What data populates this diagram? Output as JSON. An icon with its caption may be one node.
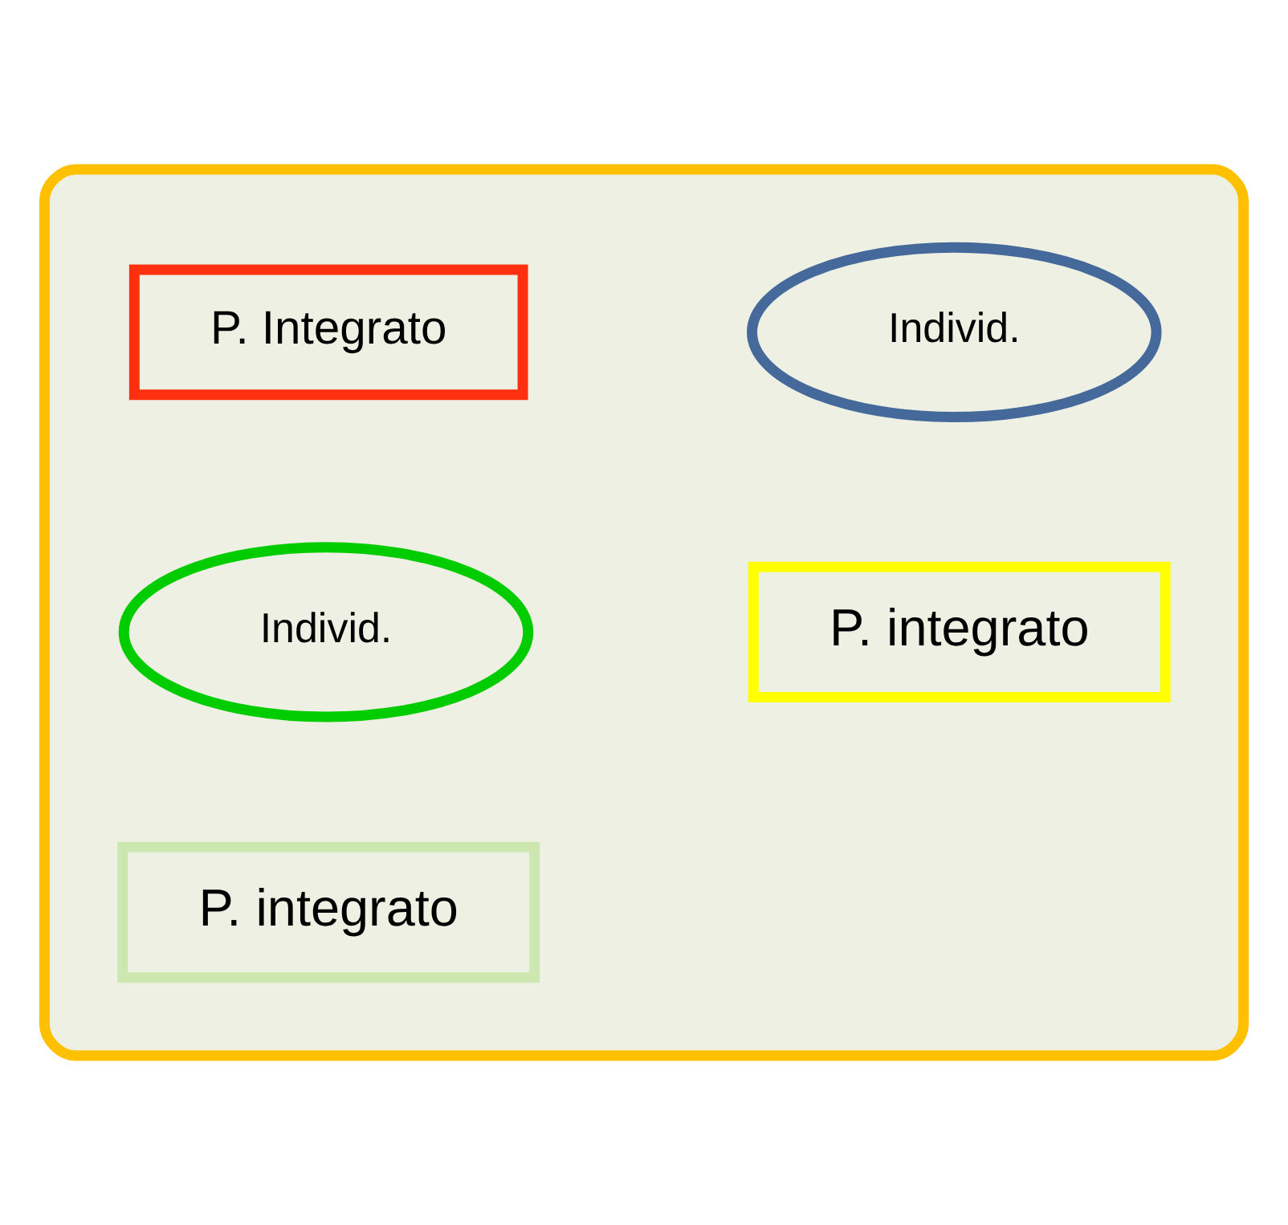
{
  "diagram": {
    "nodes": [
      {
        "text": [],
        "shape": "box"
      },
      {
        "text": [
          "P. Integrato"
        ],
        "in": 0
      },
      {
        "text": [
          "Individ."
        ],
        "in": 0
      },
      {
        "text": [
          "Individ."
        ],
        "in": 0
      },
      {
        "text": [
          "P. integrato"
        ],
        "in": 0
      },
      {
        "text": [
          "P. integrato"
        ],
        "in": 0
      }
    ]
  }
}
